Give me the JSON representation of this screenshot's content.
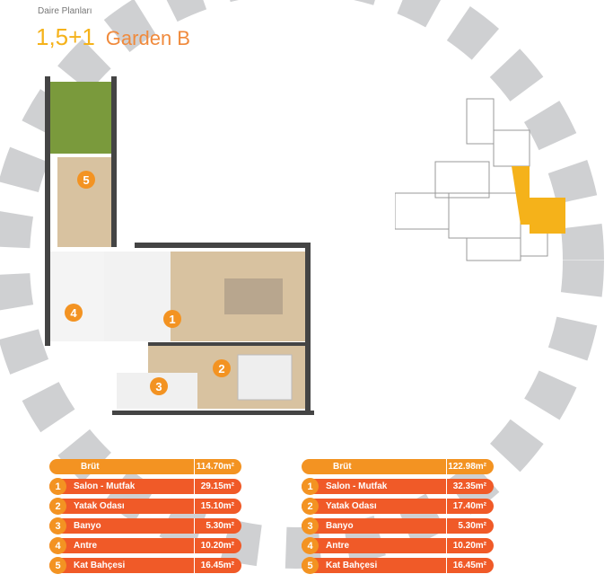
{
  "header": {
    "subtitle": "Daire Planları",
    "type": "1,5+1",
    "name": "Garden B"
  },
  "plan": {
    "room_numbers": [
      "1",
      "2",
      "3",
      "4",
      "5"
    ]
  },
  "tables": [
    {
      "head": {
        "label": "Brüt",
        "value": "114.70m²"
      },
      "rows": [
        {
          "n": "1",
          "label": "Salon - Mutfak",
          "value": "29.15m²"
        },
        {
          "n": "2",
          "label": "Yatak Odası",
          "value": "15.10m²"
        },
        {
          "n": "3",
          "label": "Banyo",
          "value": "5.30m²"
        },
        {
          "n": "4",
          "label": "Antre",
          "value": "10.20m²"
        },
        {
          "n": "5",
          "label": "Kat Bahçesi",
          "value": "16.45m²"
        }
      ]
    },
    {
      "head": {
        "label": "Brüt",
        "value": "122.98m²"
      },
      "rows": [
        {
          "n": "1",
          "label": "Salon - Mutfak",
          "value": "32.35m²"
        },
        {
          "n": "2",
          "label": "Yatak Odası",
          "value": "17.40m²"
        },
        {
          "n": "3",
          "label": "Banyo",
          "value": "5.30m²"
        },
        {
          "n": "4",
          "label": "Antre",
          "value": "10.20m²"
        },
        {
          "n": "5",
          "label": "Kat Bahçesi",
          "value": "16.45m²"
        }
      ]
    }
  ],
  "colors": {
    "accent": "#f39322",
    "row": "#f05a28",
    "title_yellow": "#f5b21a"
  }
}
